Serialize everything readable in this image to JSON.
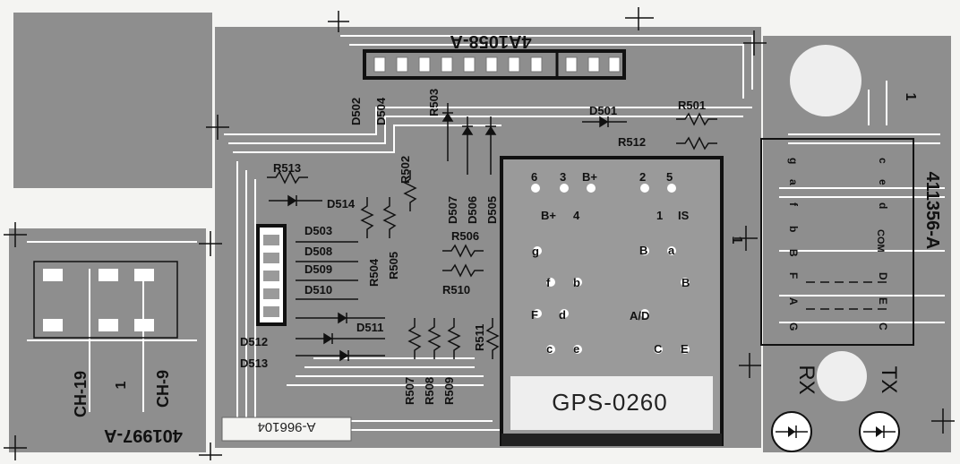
{
  "board_labels": {
    "top_connector": "4A1058-A",
    "right_connector": "411356-A",
    "bottom_left_connector": "401997-A",
    "bottom_code": "A-966104",
    "module": "GPS-0260",
    "ch19": "CH-19",
    "ch9": "CH-9",
    "pin1_left": "1",
    "pin1_right_top": "1",
    "pin1_right_mid": "1",
    "rx": "RX",
    "tx": "TX"
  },
  "components": {
    "d502": "D502",
    "d504": "D504",
    "r503": "R503",
    "d501": "D501",
    "r501": "R501",
    "r512": "R512",
    "r513": "R513",
    "r502": "R502",
    "d514": "D514",
    "d507": "D507",
    "d506": "D506",
    "d505": "D505",
    "d503": "D503",
    "d508": "D508",
    "d509": "D509",
    "d510": "D510",
    "d511": "D511",
    "d512": "D512",
    "d513": "D513",
    "r504": "R504",
    "r505": "R505",
    "r506": "R506",
    "r510": "R510",
    "r511": "R511",
    "r507": "R507",
    "r508": "R508",
    "r509": "R509"
  },
  "module_pins": {
    "p6": "6",
    "p3": "3",
    "bplus1": "B+",
    "p2": "2",
    "p5": "5",
    "bplus2": "B+",
    "p4": "4",
    "p1": "1",
    "is": "IS",
    "g": "g",
    "b_upper": "B",
    "a": "a",
    "f": "f",
    "b_lower": "b",
    "b_right": "B",
    "F": "F",
    "d": "d",
    "ad": "A/D",
    "c": "c",
    "e": "e",
    "C": "C",
    "E": "E"
  },
  "right_pins": {
    "g": "g",
    "c": "c",
    "a": "a",
    "e": "e",
    "f": "f",
    "d": "d",
    "b": "b",
    "com": "COM",
    "B": "B",
    "F": "F",
    "D": "D",
    "A": "A",
    "E": "E",
    "G": "G",
    "C": "C"
  }
}
